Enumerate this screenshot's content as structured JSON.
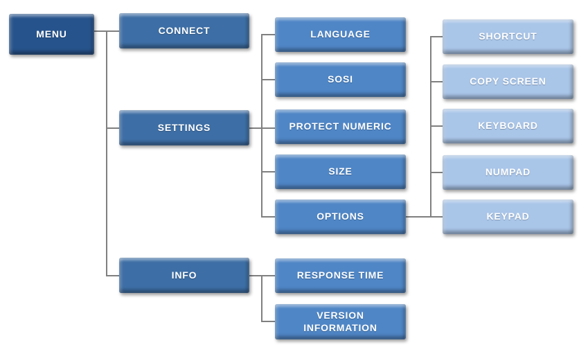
{
  "diagram": {
    "type": "menu-tree",
    "colors": {
      "level0_fill": "#27538C",
      "level1_fill": "#3D6EA5",
      "level2_fill": "#4F86C6",
      "level3_fill": "#A9C5E8",
      "connector": "#7F7F7F",
      "label_text": "#FFFFFF",
      "background": "#FFFFFF"
    },
    "nodes": [
      {
        "id": "menu",
        "label": "MENU",
        "level": 0
      },
      {
        "id": "connect",
        "label": "CONNECT",
        "level": 1
      },
      {
        "id": "settings",
        "label": "SETTINGS",
        "level": 1
      },
      {
        "id": "info",
        "label": "INFO",
        "level": 1
      },
      {
        "id": "language",
        "label": "LANGUAGE",
        "level": 2
      },
      {
        "id": "sosi",
        "label": "SOSI",
        "level": 2
      },
      {
        "id": "protect-numeric",
        "label": "PROTECT NUMERIC",
        "level": 2
      },
      {
        "id": "size",
        "label": "SIZE",
        "level": 2
      },
      {
        "id": "options",
        "label": "OPTIONS",
        "level": 2
      },
      {
        "id": "response-time",
        "label": "RESPONSE TIME",
        "level": 2
      },
      {
        "id": "version-information",
        "label": "VERSION INFORMATION",
        "level": 2
      },
      {
        "id": "shortcut",
        "label": "SHORTCUT",
        "level": 3
      },
      {
        "id": "copy-screen",
        "label": "COPY SCREEN",
        "level": 3
      },
      {
        "id": "keyboard",
        "label": "KEYBOARD",
        "level": 3
      },
      {
        "id": "numpad",
        "label": "NUMPAD",
        "level": 3
      },
      {
        "id": "keypad",
        "label": "KEYPAD",
        "level": 3
      }
    ],
    "hierarchy": {
      "MENU": [
        "CONNECT",
        "SETTINGS",
        "INFO"
      ],
      "SETTINGS": [
        "LANGUAGE",
        "SOSI",
        "PROTECT NUMERIC",
        "SIZE",
        "OPTIONS"
      ],
      "OPTIONS": [
        "SHORTCUT",
        "COPY SCREEN",
        "KEYBOARD",
        "NUMPAD",
        "KEYPAD"
      ],
      "INFO": [
        "RESPONSE TIME",
        "VERSION INFORMATION"
      ]
    }
  }
}
